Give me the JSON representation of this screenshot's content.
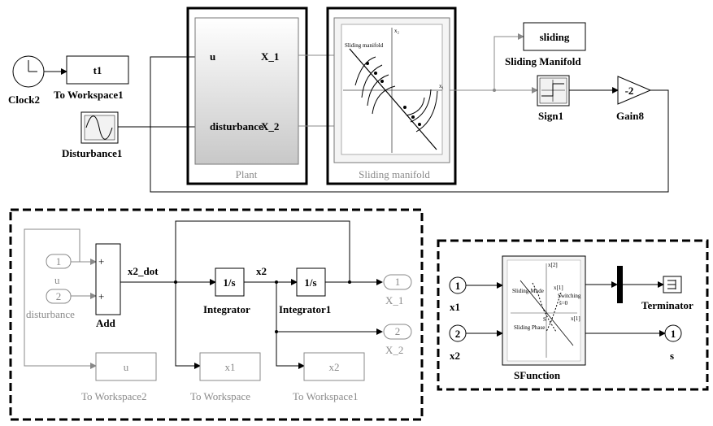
{
  "top_model": {
    "clock": {
      "label": "Clock2"
    },
    "to_workspace1": {
      "value": "t1",
      "label": "To Workspace1"
    },
    "disturbance": {
      "label": "Disturbance1"
    },
    "plant": {
      "label": "Plant",
      "port_in_u": "u",
      "port_in_dist": "disturbance",
      "port_out_x1": "X_1",
      "port_out_x2": "X_2"
    },
    "sliding_manifold_block": {
      "label": "Sliding manifold",
      "plot_title": "Sliding manifold",
      "axis_y": "x₂",
      "axis_x": "x₁"
    },
    "sliding_display": {
      "value": "sliding",
      "label": "Sliding Manifold"
    },
    "sign": {
      "label": "Sign1"
    },
    "gain": {
      "value": "-2",
      "label": "Gain8"
    }
  },
  "plant_subsystem": {
    "in1": {
      "num": "1",
      "label": "u"
    },
    "in2": {
      "num": "2",
      "label": "disturbance"
    },
    "add": {
      "label": "Add",
      "sign1": "+",
      "sign2": "+"
    },
    "signal_x2dot": "x2_dot",
    "signal_x2": "x2",
    "integrator": {
      "value": "1/s",
      "label": "Integrator"
    },
    "integrator1": {
      "value": "1/s",
      "label": "Integrator1"
    },
    "out1": {
      "num": "1",
      "label": "X_1"
    },
    "out2": {
      "num": "2",
      "label": "X_2"
    },
    "tw2": {
      "value": "u",
      "label": "To Workspace2"
    },
    "tw": {
      "value": "x1",
      "label": "To Workspace"
    },
    "tw1": {
      "value": "x2",
      "label": "To Workspace1"
    }
  },
  "sfunction_subsystem": {
    "in1": {
      "num": "1",
      "label": "x1"
    },
    "in2": {
      "num": "2",
      "label": "x2"
    },
    "sfunction": {
      "label": "SFunction",
      "plot_labels": [
        "x[2]",
        "Sliding-Mode",
        "x[1]",
        "Switching",
        "ŝ=0",
        "S",
        "Sliding Phase",
        "x[1]"
      ]
    },
    "terminator": {
      "label": "Terminator"
    },
    "out1": {
      "num": "1",
      "label": "s"
    }
  }
}
